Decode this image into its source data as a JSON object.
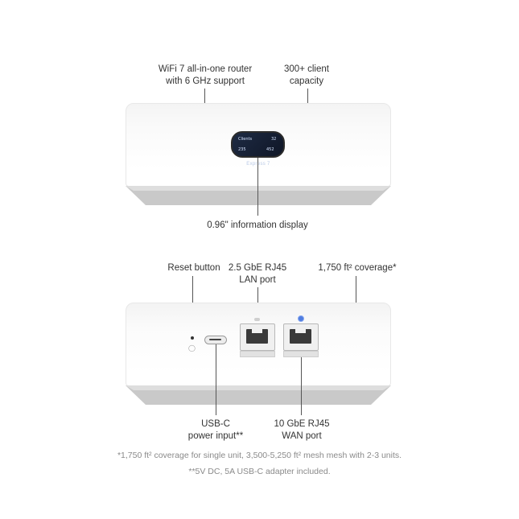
{
  "top_section": {
    "callout_wifi": {
      "line1": "WiFi 7 all-in-one router",
      "line2": "with 6 GHz support"
    },
    "callout_clients": {
      "line1": "300+ client",
      "line2": "capacity"
    },
    "callout_display": "0.96\" information display",
    "display_screen": {
      "title": "Clients",
      "count": "32",
      "down": "235",
      "up": "452"
    },
    "device_brand": "Express 7"
  },
  "bottom_section": {
    "callout_reset": "Reset button",
    "callout_lan": {
      "line1": "2.5 GbE RJ45",
      "line2": "LAN port"
    },
    "callout_coverage": "1,750 ft² coverage*",
    "callout_usb": {
      "line1": "USB-C",
      "line2": "power input**"
    },
    "callout_wan": {
      "line1": "10 GbE RJ45",
      "line2": "WAN port"
    }
  },
  "footnotes": {
    "note1": "*1,750 ft² coverage for single unit, 3,500-5,250 ft² mesh mesh with 2-3 units.",
    "note2": "**5V DC, 5A USB-C adapter included."
  },
  "colors": {
    "line": "#555555",
    "led_blue": "#4f7de0",
    "note_text": "#8a8a8a"
  }
}
